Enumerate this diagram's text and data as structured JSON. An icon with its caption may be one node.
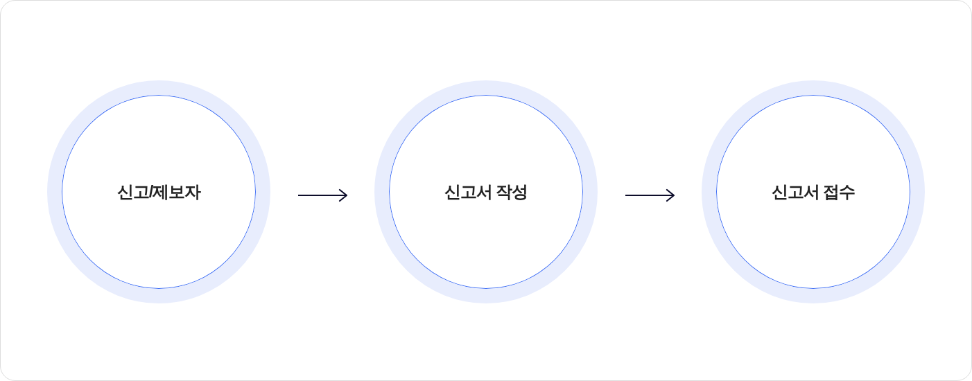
{
  "diagram": {
    "nodes": [
      {
        "text": [
          "신고/제보자"
        ]
      },
      {
        "text": [
          "신고서 작성"
        ]
      },
      {
        "text": [
          "신고서 접수"
        ]
      }
    ],
    "edges": [
      {
        "from": 0,
        "to": 1,
        "arrow": "to"
      },
      {
        "from": 1,
        "to": 2,
        "arrow": "to"
      }
    ]
  }
}
